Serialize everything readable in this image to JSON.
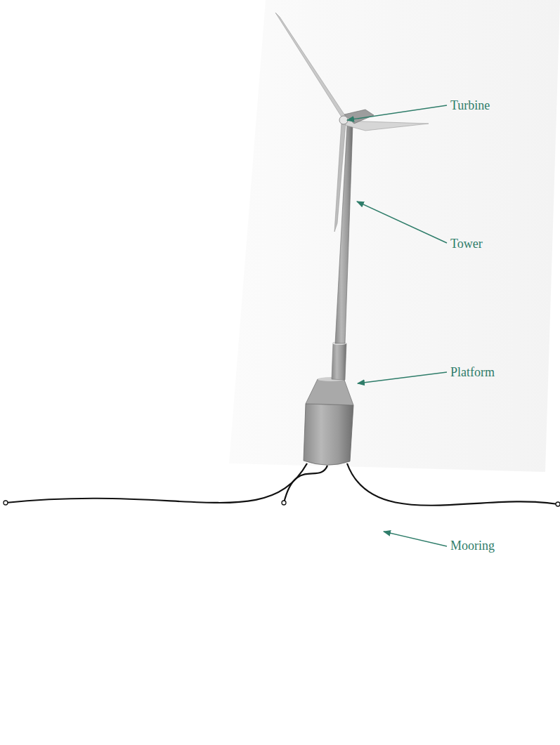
{
  "diagram": {
    "labels": [
      "Turbine",
      "Tower",
      "Platform",
      "Mooring"
    ]
  }
}
